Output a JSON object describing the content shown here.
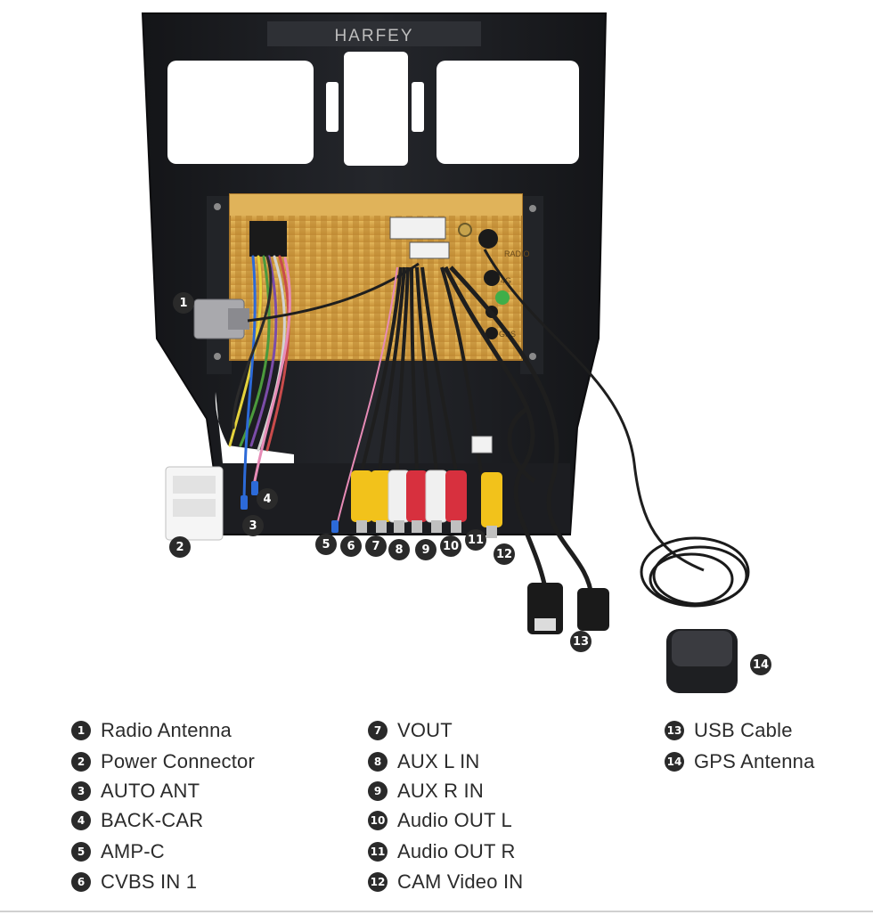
{
  "brand_logo_text": "HARFEY",
  "unit_labels": {
    "radio": "RADIO",
    "fourg": "4G",
    "gps": "GPS"
  },
  "legend": {
    "col1": [
      {
        "num": "1",
        "label": "Radio Antenna"
      },
      {
        "num": "2",
        "label": "Power Connector"
      },
      {
        "num": "3",
        "label": "AUTO ANT"
      },
      {
        "num": "4",
        "label": "BACK-CAR"
      },
      {
        "num": "5",
        "label": "AMP-C"
      },
      {
        "num": "6",
        "label": "CVBS IN 1"
      }
    ],
    "col2": [
      {
        "num": "7",
        "label": "VOUT"
      },
      {
        "num": "8",
        "label": "AUX L IN"
      },
      {
        "num": "9",
        "label": "AUX R IN"
      },
      {
        "num": "10",
        "label": "Audio OUT L"
      },
      {
        "num": "11",
        "label": "Audio OUT R"
      },
      {
        "num": "12",
        "label": "CAM Video IN"
      }
    ],
    "col3": [
      {
        "num": "13",
        "label": "USB Cable"
      },
      {
        "num": "14",
        "label": "GPS Antenna"
      }
    ]
  },
  "colors": {
    "frame": "#1b1c1f",
    "unit_gold": "#d8a94c",
    "rca_yellow": "#f2c21b",
    "rca_red": "#d7303e",
    "rca_white": "#f0f0f0",
    "callout": "#2a2a2a"
  }
}
